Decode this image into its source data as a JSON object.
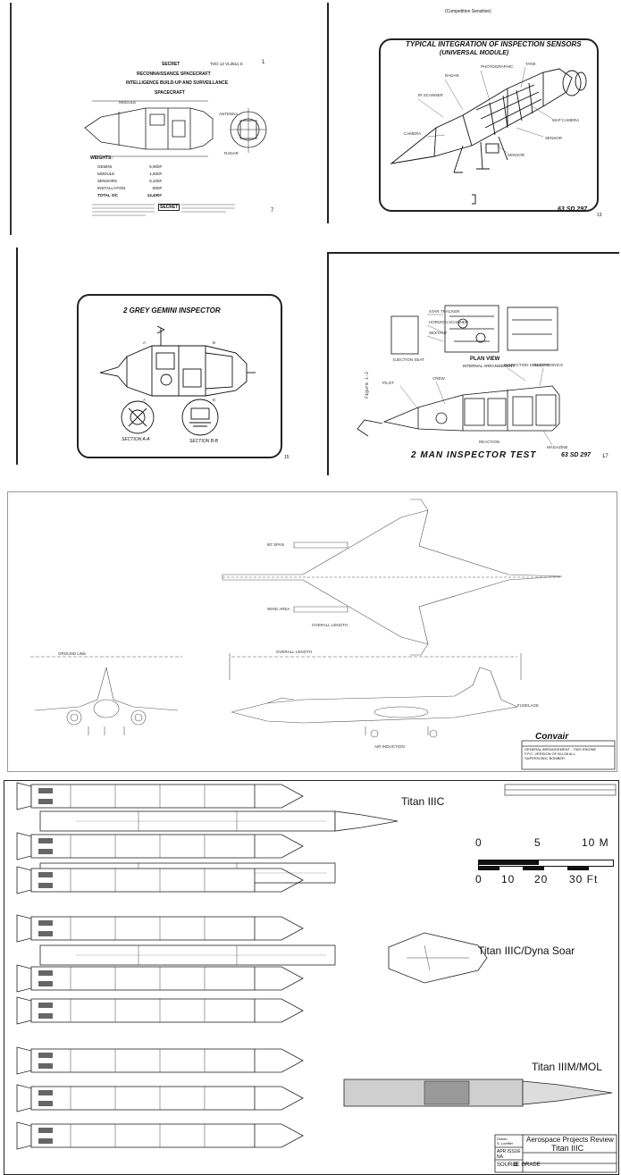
{
  "sheet1": {
    "header_left": "SECRET",
    "header_right": "TOO 12 VL3511 S",
    "page_mark": "1",
    "title_line1": "RECONNAISSANCE SPACECRAFT",
    "title_line2": "INTELLIGENCE BUILD-UP AND SURVEILLANCE",
    "subtitle": "SPACECRAFT",
    "weights_heading": "WEIGHTS:",
    "weights": [
      {
        "item": "GEMINI",
        "value": "5,900#"
      },
      {
        "item": "MODULE",
        "value": "1,600#"
      },
      {
        "item": "SENSORS",
        "value": "6,100#"
      },
      {
        "item": "INSTALLATION",
        "value": ".800#"
      },
      {
        "item": "TOTAL S/C",
        "value": "14,400#"
      }
    ],
    "stamp": "SECRET",
    "page_number": "7"
  },
  "sheet2": {
    "header": "(Competition Sensitive)",
    "title_line1": "TYPICAL INTEGRATION OF INSPECTION SENSORS",
    "title_line2": "(UNIVERSAL MODULE)",
    "drawing_number": "63 SD 297",
    "page_number": "13"
  },
  "sheet3": {
    "title": "2 GREY GEMINI INSPECTOR",
    "section_a": "SECTION A-A",
    "section_b": "SECTION B-B",
    "page_number": "15"
  },
  "sheet4": {
    "plan_view": "PLAN VIEW",
    "plan_view_sub": "INTERNAL ARRANGEMENT",
    "title": "2 MAN INSPECTOR TEST",
    "drawing_number": "63 SD 297",
    "page_number": "17"
  },
  "sheet5": {
    "company": "Convair",
    "title_lines": [
      "GENERAL ARRANGEMENT - TWO ENGINE",
      "F.P.C. VERSION OF B/J-58 ALL",
      "SUPERSONIC BOMBER"
    ]
  },
  "sheet6": {
    "labels": [
      "Titan IIIC",
      "Titan IIIC/Dyna Soar",
      "Titan IIIM/MOL"
    ],
    "scale_m_ticks": [
      "0",
      "5",
      "10 M"
    ],
    "scale_ft_ticks": [
      "0",
      "10",
      "20",
      "30 Ft"
    ],
    "title_block_name": "Aerospace Projects Review",
    "title_block_subject": "Titan IIIC",
    "source_grade": "SOURCE GRADE",
    "source_grade_value": "B",
    "apr_issue": "APR ISSUE",
    "apr_issue_value": "NA",
    "drawn_label": "Drawn",
    "drawn_value": "S. Loeffler"
  }
}
